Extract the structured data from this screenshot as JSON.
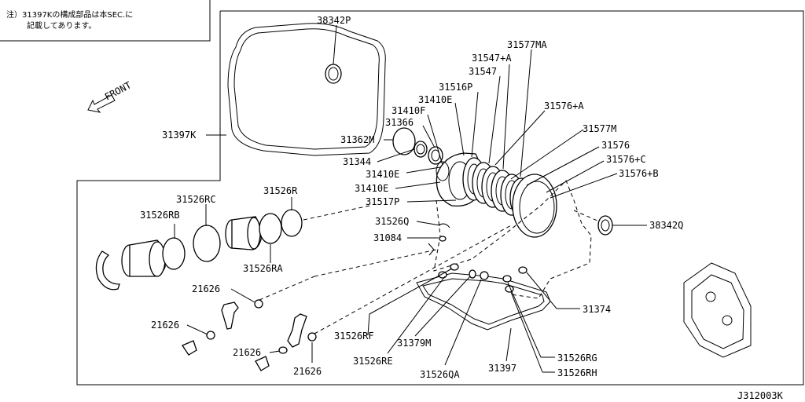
{
  "note": {
    "line1": "注）31397Kの構成部品は本SEC.に",
    "line2": "記載してあります。"
  },
  "front_label": "FRONT",
  "diagram_code": "J312003K",
  "parts": {
    "p38342P_top": "38342P",
    "p31577MA": "31577MA",
    "p31547A": "31547+A",
    "p31547": "31547",
    "p31516P": "31516P",
    "p31410E_1": "31410E",
    "p31410F": "31410F",
    "p31366": "31366",
    "p31362M": "31362M",
    "p31397K": "31397K",
    "p31344": "31344",
    "p31410E_2": "31410E",
    "p31410E_3": "31410E",
    "p31517P": "31517P",
    "p31526Q": "31526Q",
    "p31084": "31084",
    "p31576A": "31576+A",
    "p31577M": "31577M",
    "p31576": "31576",
    "p31576C": "31576+C",
    "p31576B": "31576+B",
    "p38342Q": "38342Q",
    "p31526RC": "31526RC",
    "p31526R": "31526R",
    "p31526RB": "31526RB",
    "p31526RA": "31526RA",
    "p21626_1": "21626",
    "p21626_2": "21626",
    "p21626_3": "21626",
    "p21626_4": "21626",
    "p31526RF": "31526RF",
    "p31379M": "31379M",
    "p31526RE": "31526RE",
    "p31526QA": "31526QA",
    "p31397": "31397",
    "p31374": "31374",
    "p31526RG": "31526RG",
    "p31526RH": "31526RH"
  }
}
